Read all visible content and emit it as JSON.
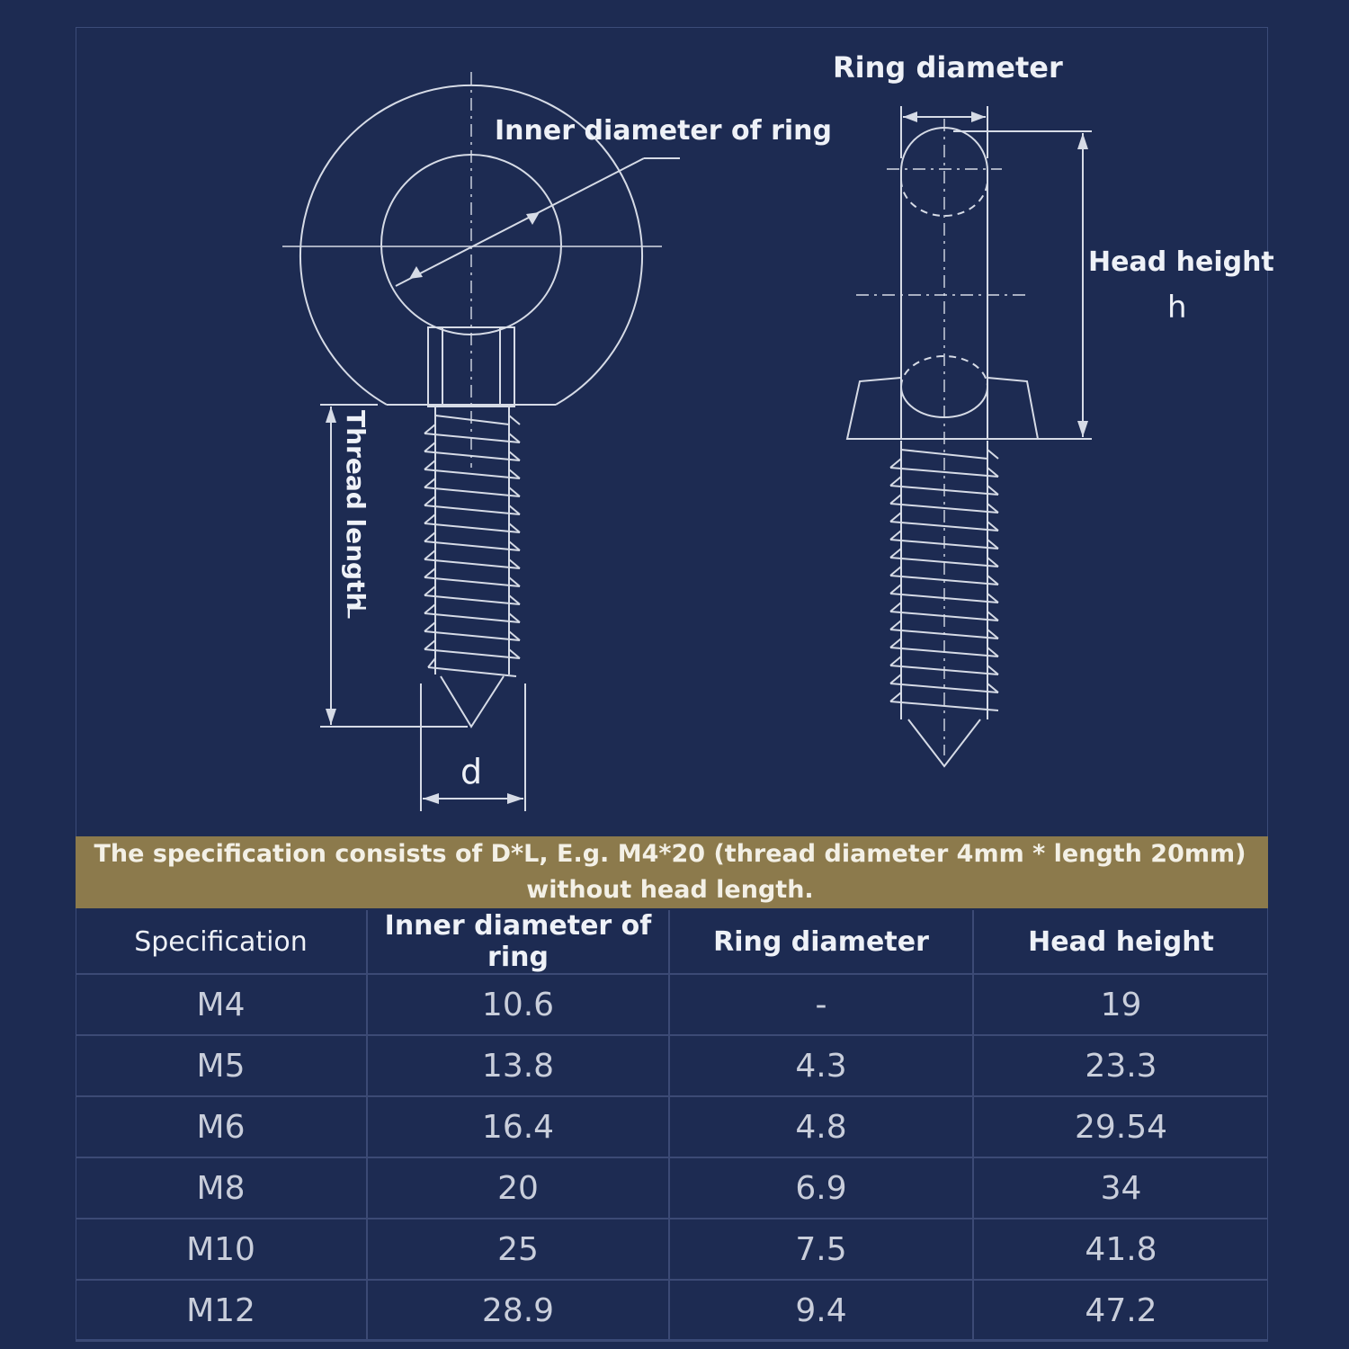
{
  "labels": {
    "inner_diameter": "Inner diameter of ring",
    "ring_diameter": "Ring diameter",
    "head_height": "Head height",
    "head_height_symbol": "h",
    "thread_length": "Thread length",
    "thread_length_symbol": "L",
    "thread_diameter_symbol": "d"
  },
  "banner": {
    "line1": "The specification consists of D*L, E.g. M4*20 (thread diameter 4mm * length 20mm)",
    "line2": "without head length."
  },
  "table": {
    "headers": [
      "Specification",
      "Inner diameter of ring",
      "Ring diameter",
      "Head height"
    ],
    "rows": [
      [
        "M4",
        "10.6",
        "-",
        "19"
      ],
      [
        "M5",
        "13.8",
        "4.3",
        "23.3"
      ],
      [
        "M6",
        "16.4",
        "4.8",
        "29.54"
      ],
      [
        "M8",
        "20",
        "6.9",
        "34"
      ],
      [
        "M10",
        "25",
        "7.5",
        "41.8"
      ],
      [
        "M12",
        "28.9",
        "9.4",
        "47.2"
      ]
    ]
  },
  "colors": {
    "background": "#1d2b52",
    "line": "#d6dbe6",
    "banner": "#8c7a4c"
  }
}
